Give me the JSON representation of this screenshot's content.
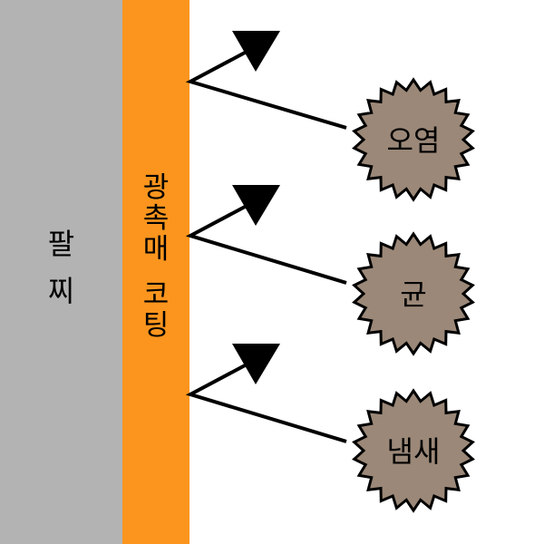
{
  "bracelet": {
    "label_line1": "팔",
    "label_line2": "찌",
    "color": "#b3b3b3"
  },
  "coating": {
    "label_part1_line1": "광",
    "label_part1_line2": "촉",
    "label_part1_line3": "매",
    "label_part2_line1": "코",
    "label_part2_line2": "팅",
    "color": "#fb951e"
  },
  "targets": [
    {
      "label": "오염",
      "fill": "#9b8878"
    },
    {
      "label": "균",
      "fill": "#9b8878"
    },
    {
      "label": "냄새",
      "fill": "#9b8878"
    }
  ],
  "arrow_color": "#000000"
}
